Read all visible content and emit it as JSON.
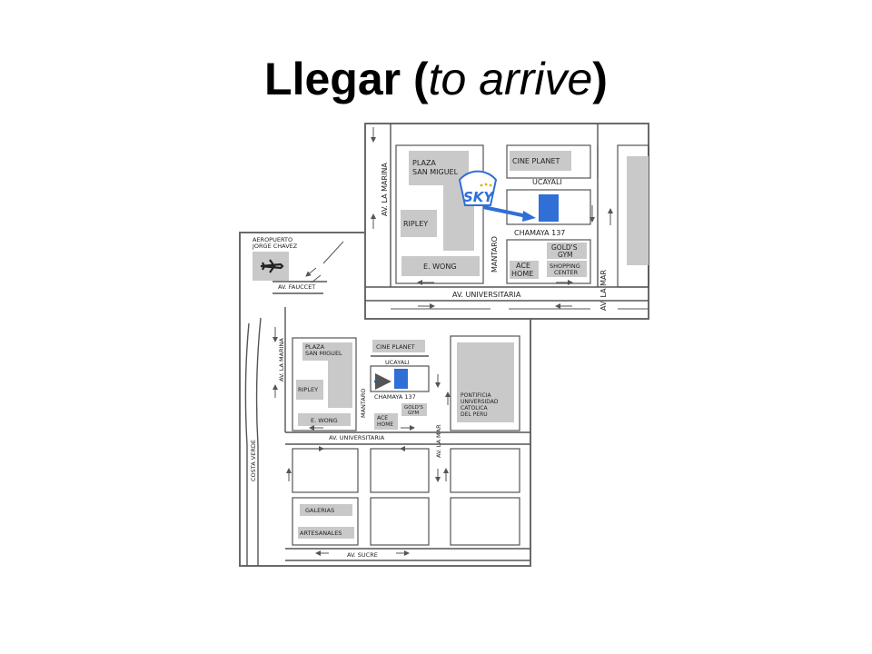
{
  "title": {
    "main": "Llegar",
    "open": " (",
    "translation": "to arrive",
    "close": ")"
  },
  "colors": {
    "building": "#c9c9c9",
    "destination": "#2f6fd6",
    "road": "#555555",
    "frame": "#6a6a6a"
  },
  "icons": {
    "airport": "airplane-icon",
    "hotel": "sky-hotel-logo-icon"
  },
  "large_map": {
    "plaza": [
      "PLAZA",
      "SAN MIGUEL"
    ],
    "ripley": "RIPLEY",
    "ewong": "E. WONG",
    "cine": "CINE PLANET",
    "ucayali": "UCAYALI",
    "chamaya": "CHAMAYA 137",
    "golds": [
      "GOLD'S",
      "GYM"
    ],
    "shopping": [
      "SHOPPING",
      "CENTER"
    ],
    "ace": [
      "ACE",
      "HOME"
    ],
    "mantaro": "MANTARO",
    "av_marina": "AV. LA MARINA",
    "av_mar": "AV. LA MAR",
    "av_universitaria": "AV. UNIVERSITARIA"
  },
  "small_map": {
    "airport": [
      "AEROPUERTO",
      "JORGE CHAVEZ"
    ],
    "faucet": "AV. FAUCCET",
    "av_marina": "AV. LA MARINA",
    "plaza": [
      "PLAZA",
      "SAN MIGUEL"
    ],
    "ripley": "RIPLEY",
    "ewong": "E. WONG",
    "cine": "CINE PLANET",
    "ucayali": "UCAYALI",
    "chamaya": "CHAMAYA 137",
    "golds": [
      "GOLD'S",
      "GYM"
    ],
    "ace": [
      "ACE",
      "HOME"
    ],
    "mantaro": "MANTARO",
    "av_mar": "AV. LA MAR",
    "pucp": [
      "PONTIFICIA",
      "UNIVERSIDAD",
      "CATOLICA",
      "DEL PERU"
    ],
    "av_universitaria": "AV. UNIVERSITARIA",
    "costa": "COSTA VERDE",
    "galerias": "GALERIAS",
    "artesanales": "ARTESANALES",
    "sucre": "AV. SUCRE"
  }
}
